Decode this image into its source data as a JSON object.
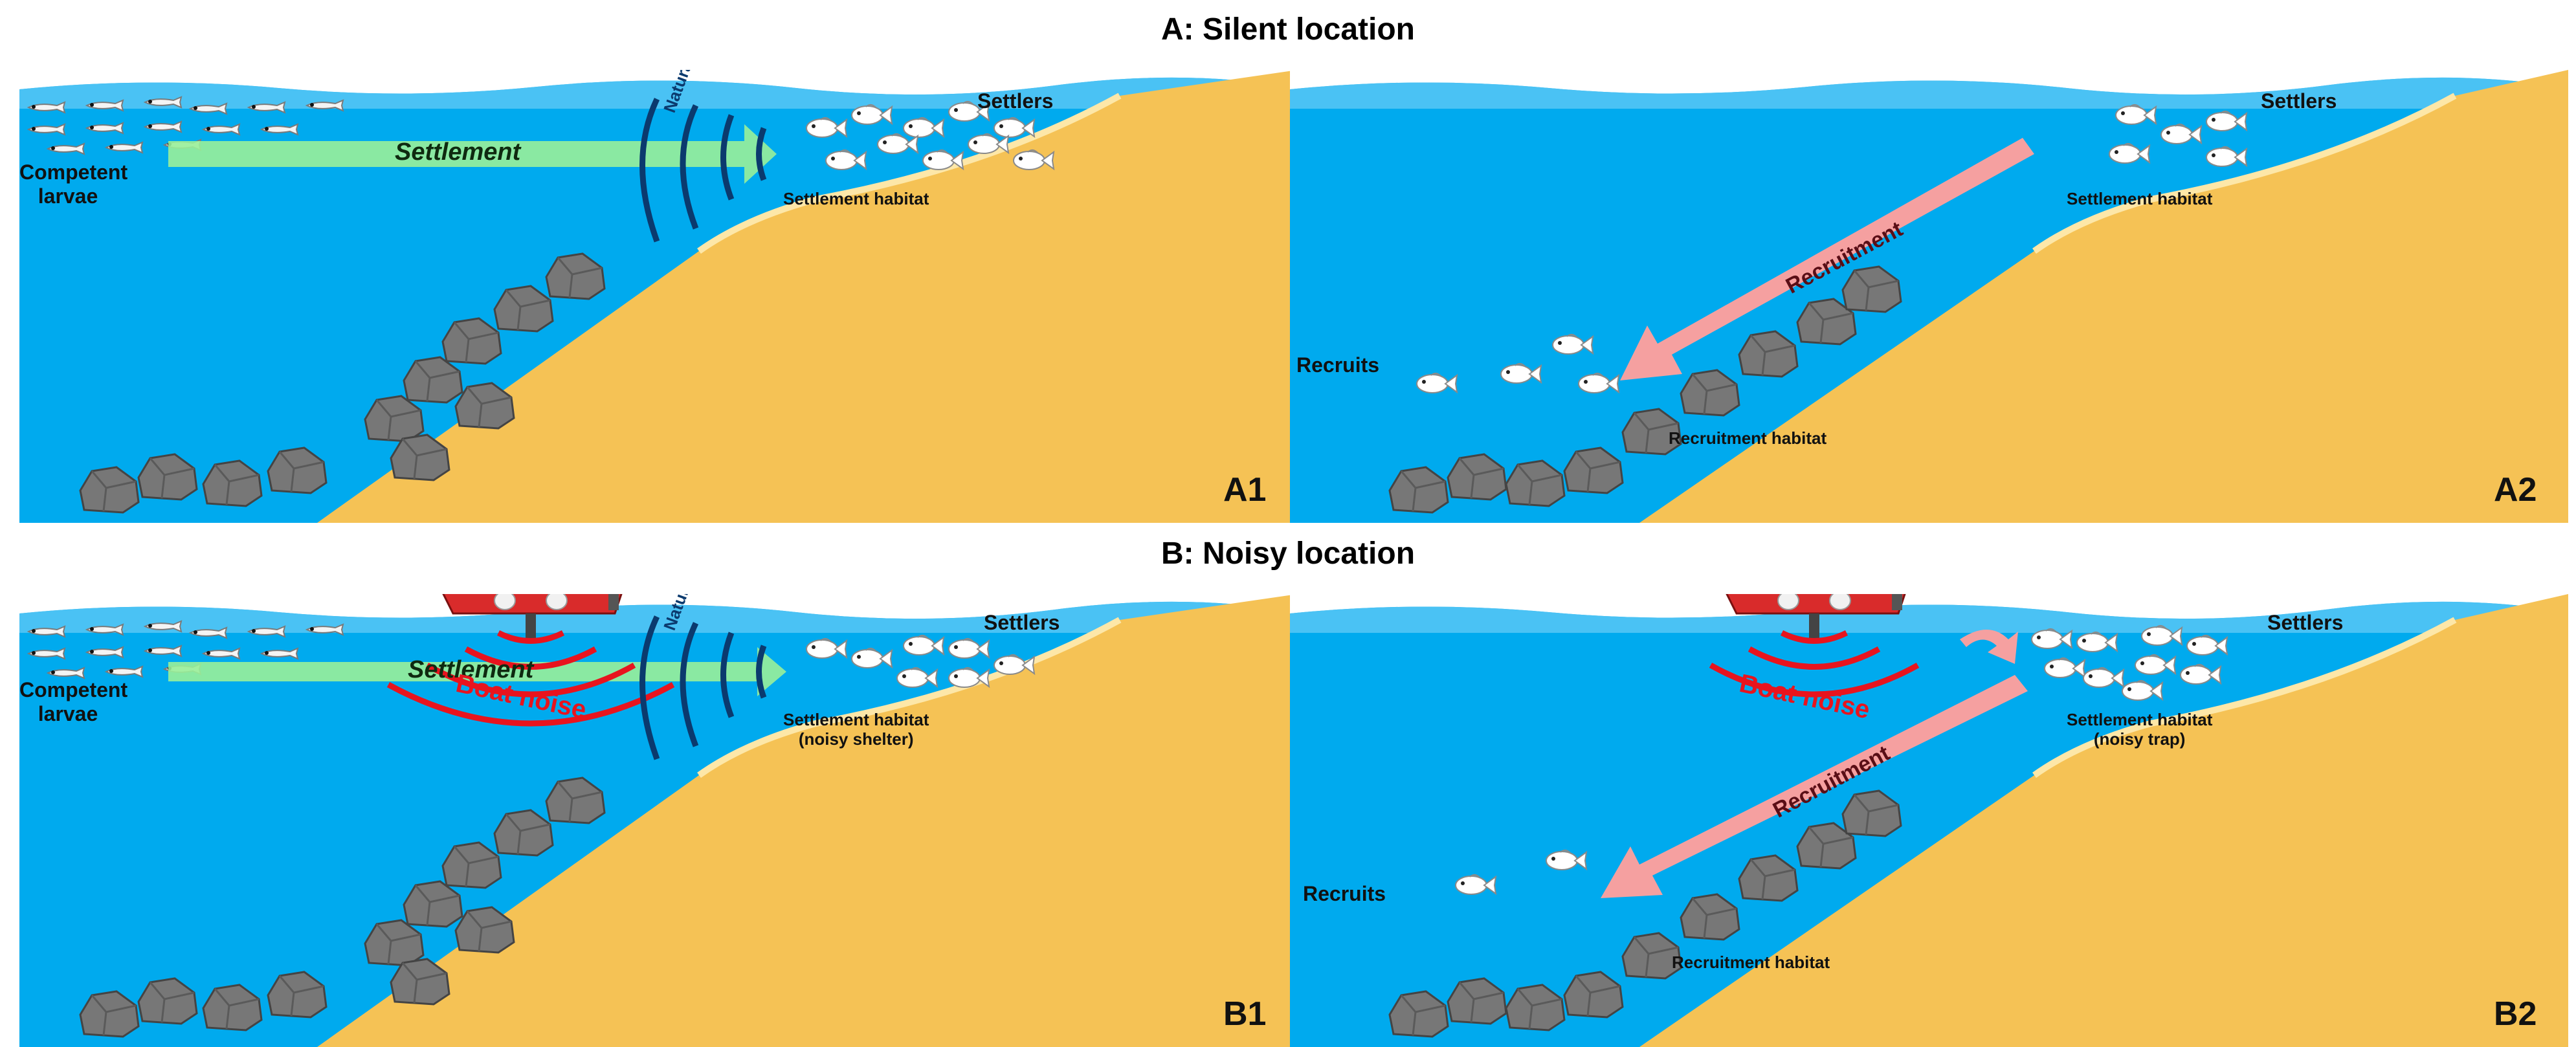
{
  "titles": {
    "silent": "A: Silent location",
    "noisy": "B: Noisy location"
  },
  "panels": {
    "a1": {
      "id": "A1",
      "larvae": "Competent larvae",
      "settlement": "Settlement",
      "natural_sounds": "Natural sounds",
      "settlers": "Settlers",
      "settlement_habitat": "Settlement habitat"
    },
    "a2": {
      "id": "A2",
      "settlers": "Settlers",
      "settlement_habitat": "Settlement habitat",
      "recruitment": "Recruitment",
      "recruits": "Recruits",
      "recruitment_habitat": "Recruitment habitat"
    },
    "b1": {
      "id": "B1",
      "larvae": "Competent larvae",
      "settlement": "Settlement",
      "natural_sounds": "Natural sounds",
      "boat_noise": "Boat noise",
      "settlers": "Settlers",
      "settlement_habitat": "Settlement habitat",
      "settlement_habitat_note": "(noisy shelter)"
    },
    "b2": {
      "id": "B2",
      "settlers": "Settlers",
      "boat_noise": "Boat noise",
      "settlement_habitat": "Settlement habitat",
      "settlement_habitat_note": "(noisy trap)",
      "recruitment": "Recruitment",
      "recruits": "Recruits",
      "recruitment_habitat": "Recruitment habitat"
    }
  },
  "colors": {
    "water": "#00aaee",
    "water_surface": "#5cc8f5",
    "sand": "#f5c255",
    "sand_edge": "#fde7a8",
    "settlement_arrow": "#99f099",
    "recruitment_arrow": "#f5a0a0",
    "boat_noise": "#e8141e",
    "natural_sounds": "#0b3a6e",
    "rock": "#6d6d6d"
  },
  "icons": {
    "larva": "larva-icon",
    "settler_fish": "fish-icon",
    "boat": "boat-icon",
    "rocks": "rock-icon"
  }
}
